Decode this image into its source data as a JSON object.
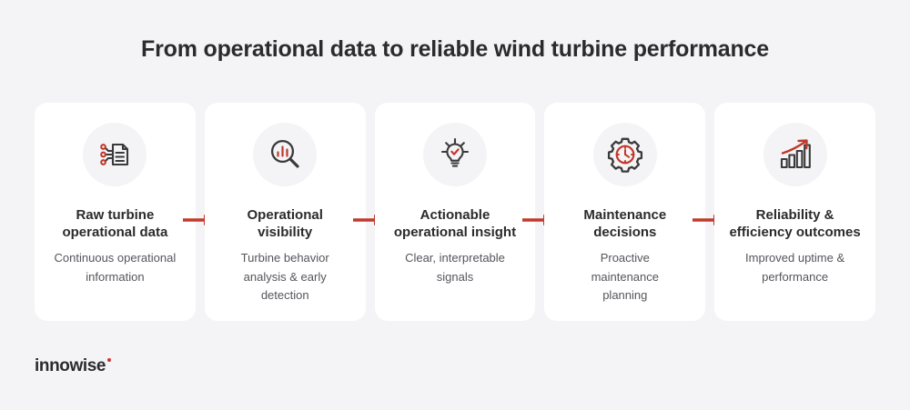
{
  "title": "From operational data to reliable wind turbine performance",
  "colors": {
    "background": "#f4f4f6",
    "card": "#ffffff",
    "accent_red": "#c0392b",
    "icon_dark": "#3a3a3a",
    "title_text": "#2b2b2b",
    "desc_text": "#55555c"
  },
  "steps": [
    {
      "icon": "document-data-nodes-icon",
      "title": "Raw turbine\noperational data",
      "desc": "Continuous operational\ninformation"
    },
    {
      "icon": "magnifier-bar-chart-icon",
      "title": "Operational\nvisibility",
      "desc": "Turbine behavior\nanalysis & early\ndetection"
    },
    {
      "icon": "lightbulb-check-icon",
      "title": "Actionable\noperational insight",
      "desc": "Clear, interpretable\nsignals"
    },
    {
      "icon": "gear-clock-icon",
      "title": "Maintenance\ndecisions",
      "desc": "Proactive\nmaintenance\nplanning"
    },
    {
      "icon": "growth-bar-chart-arrow-icon",
      "title": "Reliability &\nefficiency outcomes",
      "desc": "Improved uptime &\nperformance"
    }
  ],
  "connectors": [
    {
      "name": "arrow-right-icon"
    },
    {
      "name": "arrow-right-icon"
    },
    {
      "name": "arrow-right-icon"
    },
    {
      "name": "arrow-right-icon"
    }
  ],
  "logo": {
    "text": "innowise"
  }
}
